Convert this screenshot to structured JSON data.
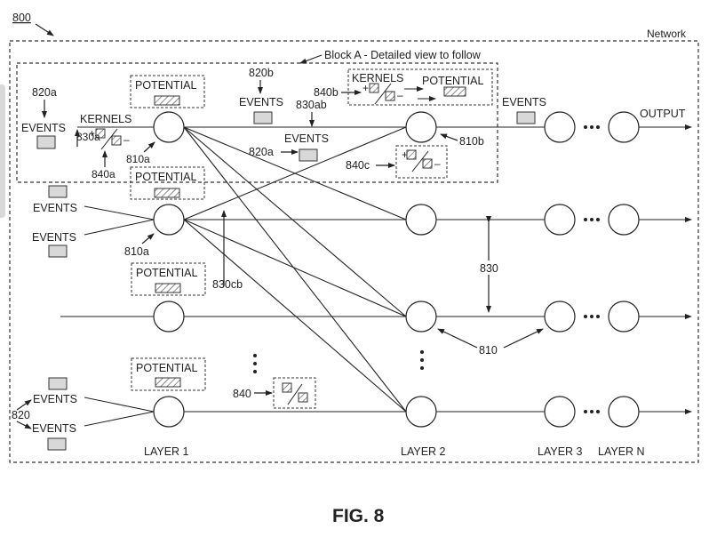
{
  "figure": {
    "ref_number": "800",
    "caption": "FIG. 8",
    "network_label": "Network",
    "block_label": "Block A - Detailed view to follow",
    "output_label": "OUTPUT"
  },
  "layers": [
    {
      "label": "LAYER 1"
    },
    {
      "label": "LAYER 2"
    },
    {
      "label": "LAYER 3"
    },
    {
      "label": "LAYER N"
    }
  ],
  "text": {
    "events": "EVENTS",
    "kernels": "KERNELS",
    "potential": "POTENTIAL",
    "plus": "+",
    "minus": "–"
  },
  "ref_labels": {
    "r820a_top": "820a",
    "r820b": "820b",
    "r820a_mid": "820a",
    "r820": "820",
    "r830a": "830a",
    "r830ab": "830ab",
    "r830cb": "830cb",
    "r830": "830",
    "r840a": "840a",
    "r840b": "840b",
    "r840c": "840c",
    "r840": "840",
    "r810a_top": "810a",
    "r810a_mid": "810a",
    "r810b": "810b",
    "r810": "810"
  },
  "colors": {
    "line": "#222222",
    "event_fill": "#d8d8d8",
    "dash": "#333333"
  }
}
